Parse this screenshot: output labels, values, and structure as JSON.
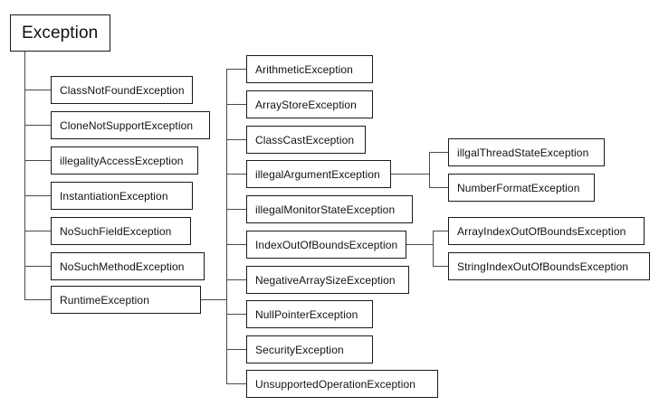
{
  "diagram": {
    "title": "Exception",
    "type": "class-hierarchy-tree",
    "root": {
      "label": "Exception"
    },
    "checked_exceptions": [
      {
        "label": "ClassNotFoundException"
      },
      {
        "label": "CloneNotSupportException"
      },
      {
        "label": "illegalityAccessException"
      },
      {
        "label": "InstantiationException"
      },
      {
        "label": "NoSuchFieldException"
      },
      {
        "label": "NoSuchMethodException"
      },
      {
        "label": "RuntimeException"
      }
    ],
    "runtime_exceptions": [
      {
        "label": "ArithmeticException"
      },
      {
        "label": "ArrayStoreException"
      },
      {
        "label": "ClassCastException"
      },
      {
        "label": "illegalArgumentException"
      },
      {
        "label": "illegalMonitorStateException"
      },
      {
        "label": "IndexOutOfBoundsException"
      },
      {
        "label": "NegativeArraySizeException"
      },
      {
        "label": "NullPointerException"
      },
      {
        "label": "SecurityException"
      },
      {
        "label": "UnsupportedOperationException"
      }
    ],
    "illegal_argument_children": [
      {
        "label": "illgalThreadStateException"
      },
      {
        "label": "NumberFormatException"
      }
    ],
    "index_out_of_bounds_children": [
      {
        "label": "ArrayIndexOutOfBoundsException"
      },
      {
        "label": "StringIndexOutOfBoundsException"
      }
    ],
    "colors": {
      "box_border": "#1a1a1a",
      "connector": "#4a4a4a",
      "text": "#111111",
      "background": "#ffffff"
    }
  }
}
